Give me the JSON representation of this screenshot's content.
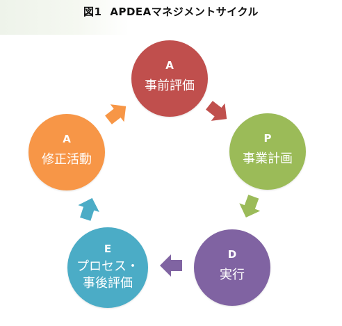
{
  "title": {
    "prefix": "図1",
    "text": "APDEAマネジメントサイクル"
  },
  "nodes": [
    {
      "id": "assessment",
      "letter": "A",
      "lines": [
        "事前評価"
      ],
      "color": "#c0504d"
    },
    {
      "id": "plan",
      "letter": "P",
      "lines": [
        "事業計画"
      ],
      "color": "#9bbb59"
    },
    {
      "id": "do",
      "letter": "D",
      "lines": [
        "実行"
      ],
      "color": "#8064a2"
    },
    {
      "id": "evaluation",
      "letter": "E",
      "lines": [
        "プロセス・",
        "事後評価"
      ],
      "color": "#4bacc6"
    },
    {
      "id": "action",
      "letter": "A",
      "lines": [
        "修正活動"
      ],
      "color": "#f79646"
    }
  ]
}
